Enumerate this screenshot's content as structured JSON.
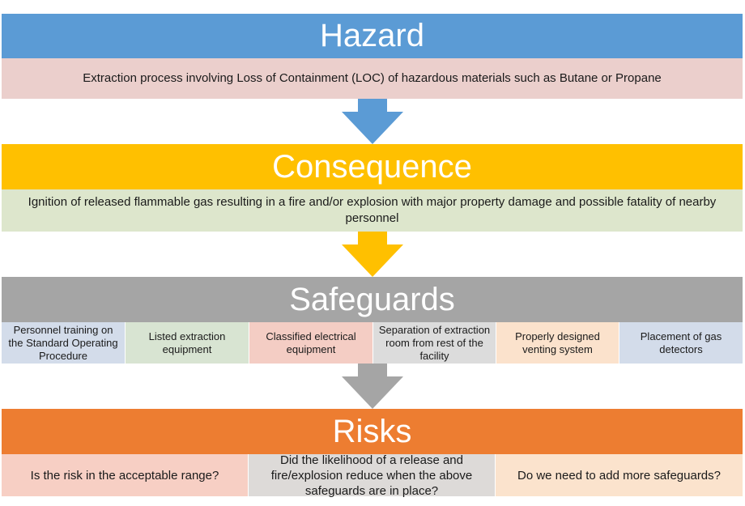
{
  "hazard": {
    "title": "Hazard",
    "description": "Extraction process involving Loss of Containment (LOC) of hazardous materials such as Butane or Propane"
  },
  "consequence": {
    "title": "Consequence",
    "description": "Ignition of released flammable gas resulting in a fire and/or explosion with major property damage and possible fatality of nearby personnel"
  },
  "safeguards": {
    "title": "Safeguards",
    "items": [
      "Personnel training on the Standard Operating Procedure",
      "Listed extraction equipment",
      "Classified electrical equipment",
      "Separation of extraction room from rest of the facility",
      "Properly designed venting system",
      "Placement of gas detectors"
    ]
  },
  "risks": {
    "title": "Risks",
    "items": [
      "Is the risk in the acceptable range?",
      "Did the likelihood of a release and fire/explosion reduce when the above safeguards are in place?",
      "Do we need to add more safeguards?"
    ]
  },
  "colors": {
    "hazard": "#5b9bd5",
    "hazard_desc": "#ebcfcc",
    "consequence": "#ffc000",
    "consequence_desc": "#dde6cc",
    "safeguards": "#a5a5a5",
    "risks": "#ed7d31",
    "safeguard_cells": [
      "#d3dcea",
      "#d8e4d2",
      "#f4cdc4",
      "#dcdcdc",
      "#fbe2cc",
      "#d3dcea"
    ],
    "risk_cells": [
      "#f7cfc4",
      "#dddad8",
      "#fbe3cd"
    ]
  }
}
